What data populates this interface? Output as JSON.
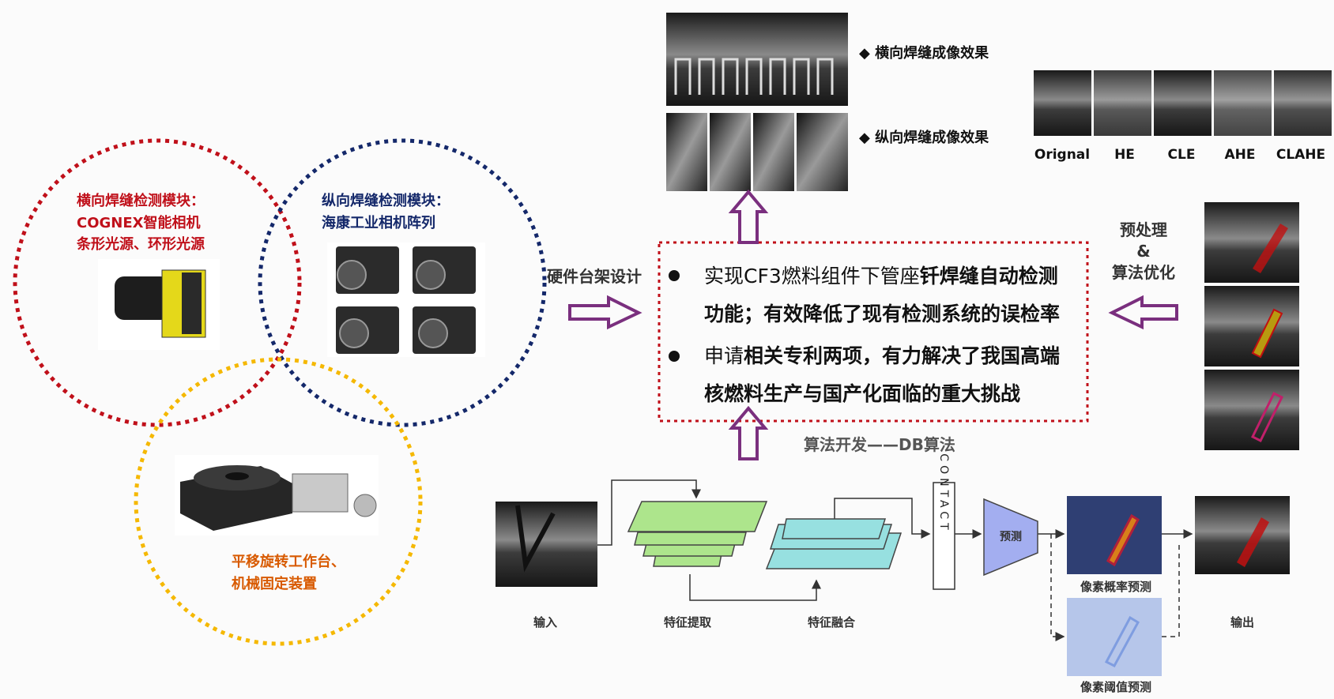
{
  "colors": {
    "red_circle": "#c0101a",
    "blue_circle": "#14286a",
    "yellow_circle": "#f5b800",
    "red_box": "#c0101a",
    "arrow": "#7a2f7e",
    "orange_text": "#d85a00",
    "feature_extract": "#ade58c",
    "feature_fusion": "#97e0e0",
    "predict": "#a3aef0",
    "prob_map": "#2f3f73",
    "thresh_map": "#b6c6ea"
  },
  "hardware": {
    "horizontal_module": {
      "line1": "横向焊缝检测模块：",
      "line2": "COGNEX智能相机",
      "line3": "条形光源、环形光源"
    },
    "vertical_module": {
      "line1": "纵向焊缝检测模块：",
      "line2": "海康工业相机阵列"
    },
    "stage_module": {
      "line1": "平移旋转工作台、",
      "line2": "机械固定装置"
    }
  },
  "imaging": {
    "horizontal_label": "◆ 横向焊缝成像效果",
    "vertical_label": "◆ 纵向焊缝成像效果"
  },
  "enhancement": {
    "labels": [
      "Orignal",
      "HE",
      "CLE",
      "AHE",
      "CLAHE"
    ]
  },
  "center": {
    "hardware_label": "硬件台架设计",
    "preprocess_label": {
      "line1": "预处理",
      "line2": "&",
      "line3": "算法优化"
    },
    "algorithm_label": "算法开发——DB算法",
    "bullets": [
      {
        "normal": "实现CF3燃料组件下管座",
        "bold": "钎焊缝自动检测",
        "line2": "功能；有效降低了现有检测系统的误检率"
      },
      {
        "normal": "申请",
        "bold": "相关专利两项，有力解决了我国高端",
        "line2": "核燃料生产与国产化面临的重大挑战"
      }
    ]
  },
  "pipeline": {
    "input_label": "输入",
    "feature_extract_label": "特征提取",
    "feature_fusion_label": "特征融合",
    "concat_label": "CONTACT",
    "predict_label": "预测",
    "prob_label": "像素概率预测",
    "thresh_label": "像素阈值预测",
    "output_label": "输出"
  }
}
